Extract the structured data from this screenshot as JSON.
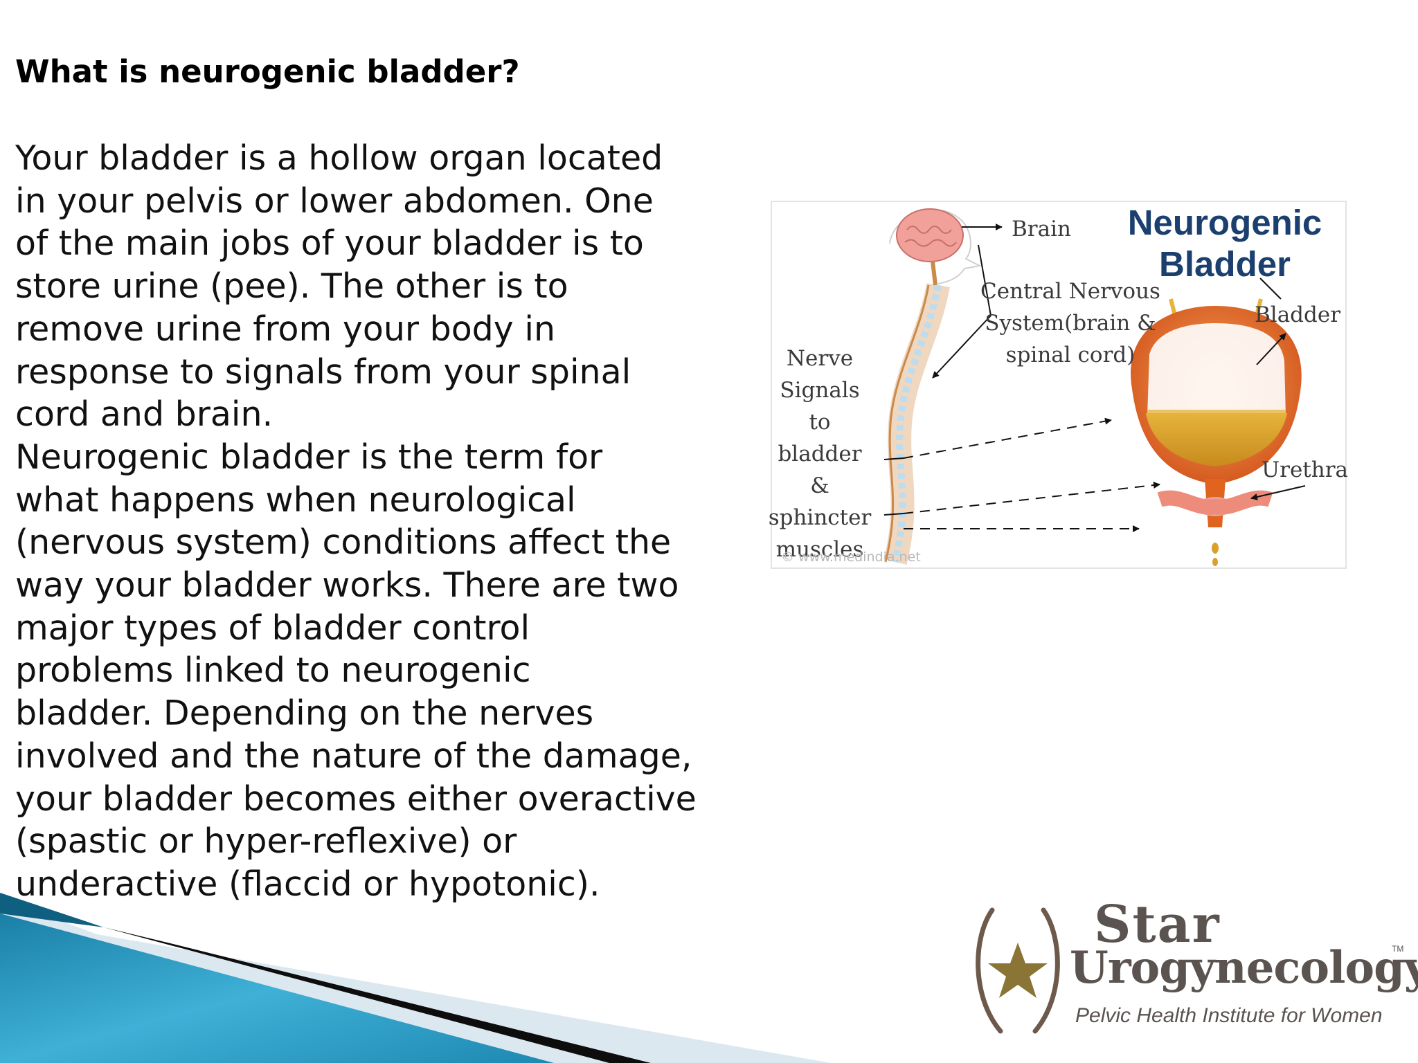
{
  "slide": {
    "title": "What is neurogenic bladder?",
    "paragraphs": [
      "Your bladder is a hollow organ located\nin your pelvis or lower abdomen. One\nof the main jobs of your bladder is to\nstore urine (pee). The other is to\nremove urine from your body in\nresponse to signals from your spinal\ncord and brain.",
      "Neurogenic bladder is the term for\nwhat happens when neurological\n(nervous system) conditions affect the\nway your bladder works. There are two\nmajor types of bladder control\nproblems linked to neurogenic\nbladder. Depending on the nerves\ninvolved and the nature of the damage,\nyour bladder becomes either overactive\n(spastic or hyper-reflexive) or\nunderactive (flaccid or hypotonic)."
    ]
  },
  "diagram": {
    "title": "Neurogenic Bladder",
    "labels": {
      "brain": "Brain",
      "cns": "Central Nervous\nSystem(brain &\nspinal cord)",
      "nerve": "Nerve\nSignals to\nbladder &\nsphincter\nmuscles",
      "bladder": "Bladder",
      "urethra": "Urethra"
    },
    "watermark": "© www.medindia.net"
  },
  "logo": {
    "line1": "Star",
    "line2": "Urogynecology",
    "trademark": "TM",
    "tagline": "Pelvic Health Institute for Women"
  },
  "colors": {
    "diagram_title": "#1b3f6e",
    "bladder": "#e0641e",
    "urine": "#d9a12a",
    "brain": "#f2a09a",
    "logo_text": "#5a5350",
    "logo_star": "#8a7436",
    "decor_blue": "#1f86ad"
  }
}
